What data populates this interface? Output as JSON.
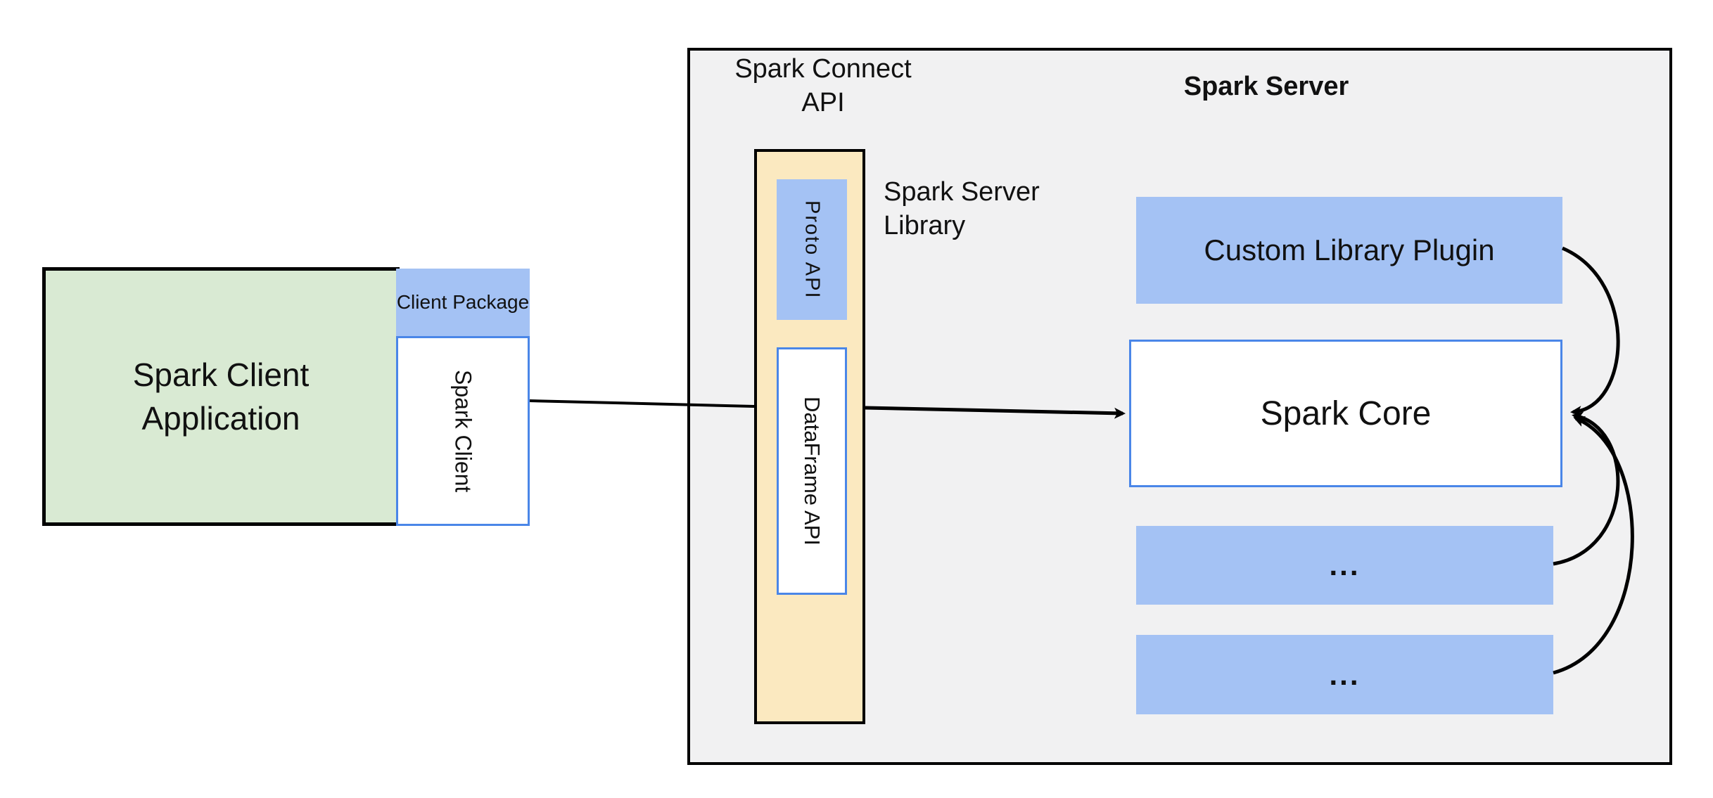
{
  "colors": {
    "box_blue": "#A4C2F4",
    "blue_border": "#4A86E8",
    "green_fill": "#D9EAD3",
    "yellow_fill": "#FBE9C0",
    "server_bg": "#F1F1F2",
    "line": "#000000"
  },
  "client": {
    "application_label": "Spark Client Application",
    "package_label": "Client Package",
    "spark_client_label": "Spark Client"
  },
  "server": {
    "connect_api_label": "Spark Connect API",
    "title": "Spark Server",
    "library_label": "Spark Server Library",
    "proto_api_label": "Proto API",
    "dataframe_api_label": "DataFrame API",
    "plugin_label": "Custom Library Plugin",
    "core_label": "Spark Core",
    "ellipsis_label": "..."
  }
}
